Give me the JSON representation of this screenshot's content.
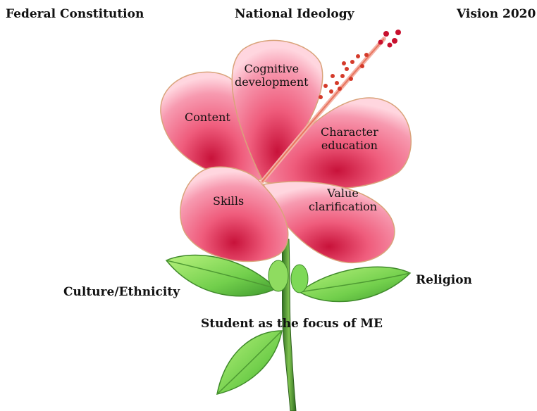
{
  "top_labels": {
    "left": "Federal Constitution",
    "center": "National Ideology",
    "right": "Vision 2020"
  },
  "petals": {
    "cognitive": [
      "Cognitive",
      "development"
    ],
    "content": [
      "Content"
    ],
    "character": [
      "Character",
      "education"
    ],
    "skills": [
      "Skills"
    ],
    "value": [
      "Value",
      "clarification"
    ]
  },
  "leaves": {
    "left": "Culture/Ethnicity",
    "right": "Religion",
    "stem": "Student as the focus of ME"
  },
  "colors": {
    "petal": "#ee5a7a",
    "petal_light": "#ffd3de",
    "leaf": "#7ed957",
    "stem": "#3f8f2a"
  }
}
